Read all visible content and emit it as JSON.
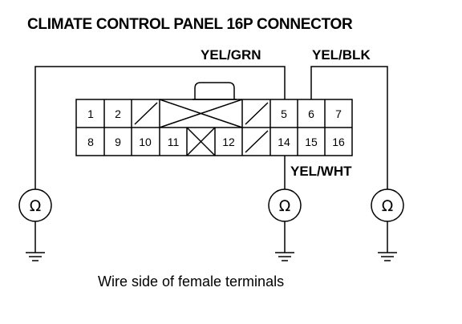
{
  "title": "CLIMATE CONTROL PANEL 16P CONNECTOR",
  "wire_labels": {
    "yel_grn": "YEL/GRN",
    "yel_blk": "YEL/BLK",
    "yel_wht": "YEL/WHT"
  },
  "pins_row1": [
    "1",
    "2",
    "5",
    "6",
    "7"
  ],
  "pins_row2": [
    "8",
    "9",
    "10",
    "11",
    "12",
    "14",
    "15",
    "16"
  ],
  "ohm_symbol": "Ω",
  "caption": "Wire side of female terminals"
}
